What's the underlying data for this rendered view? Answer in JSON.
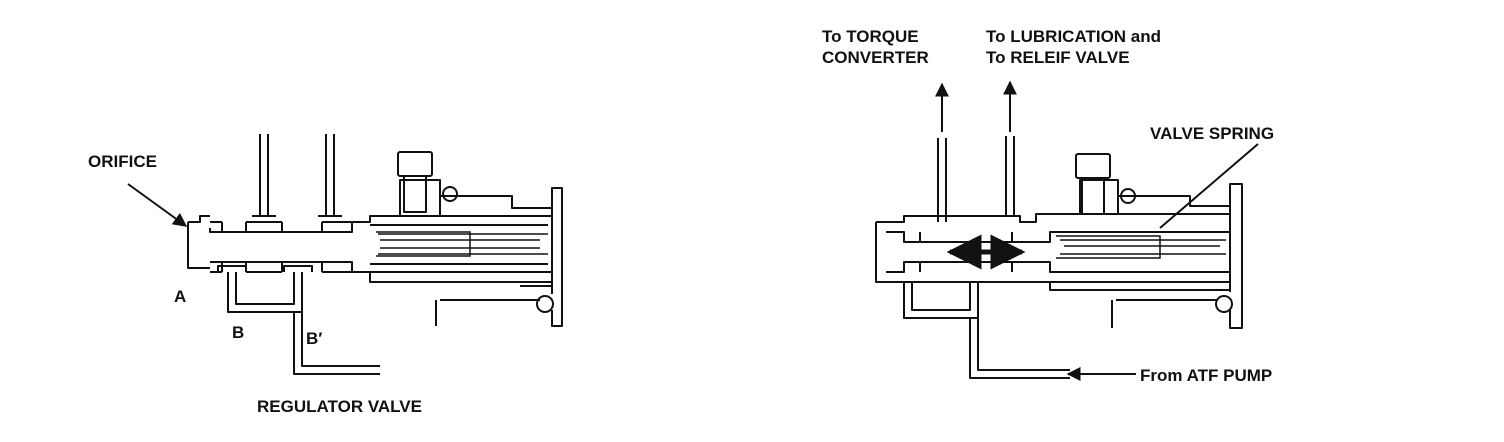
{
  "left_diagram": {
    "labels": {
      "orifice": "ORIFICE",
      "a": "A",
      "b": "B",
      "b_prime": "B′",
      "regulator_valve": "REGULATOR VALVE"
    }
  },
  "right_diagram": {
    "labels": {
      "to_torque_converter_line1": "To TORQUE",
      "to_torque_converter_line2": "CONVERTER",
      "to_lubrication_line1": "To LUBRICATION and",
      "to_lubrication_line2": "To RELEIF VALVE",
      "valve_spring": "VALVE SPRING",
      "from_atf_pump": "From ATF PUMP"
    }
  }
}
